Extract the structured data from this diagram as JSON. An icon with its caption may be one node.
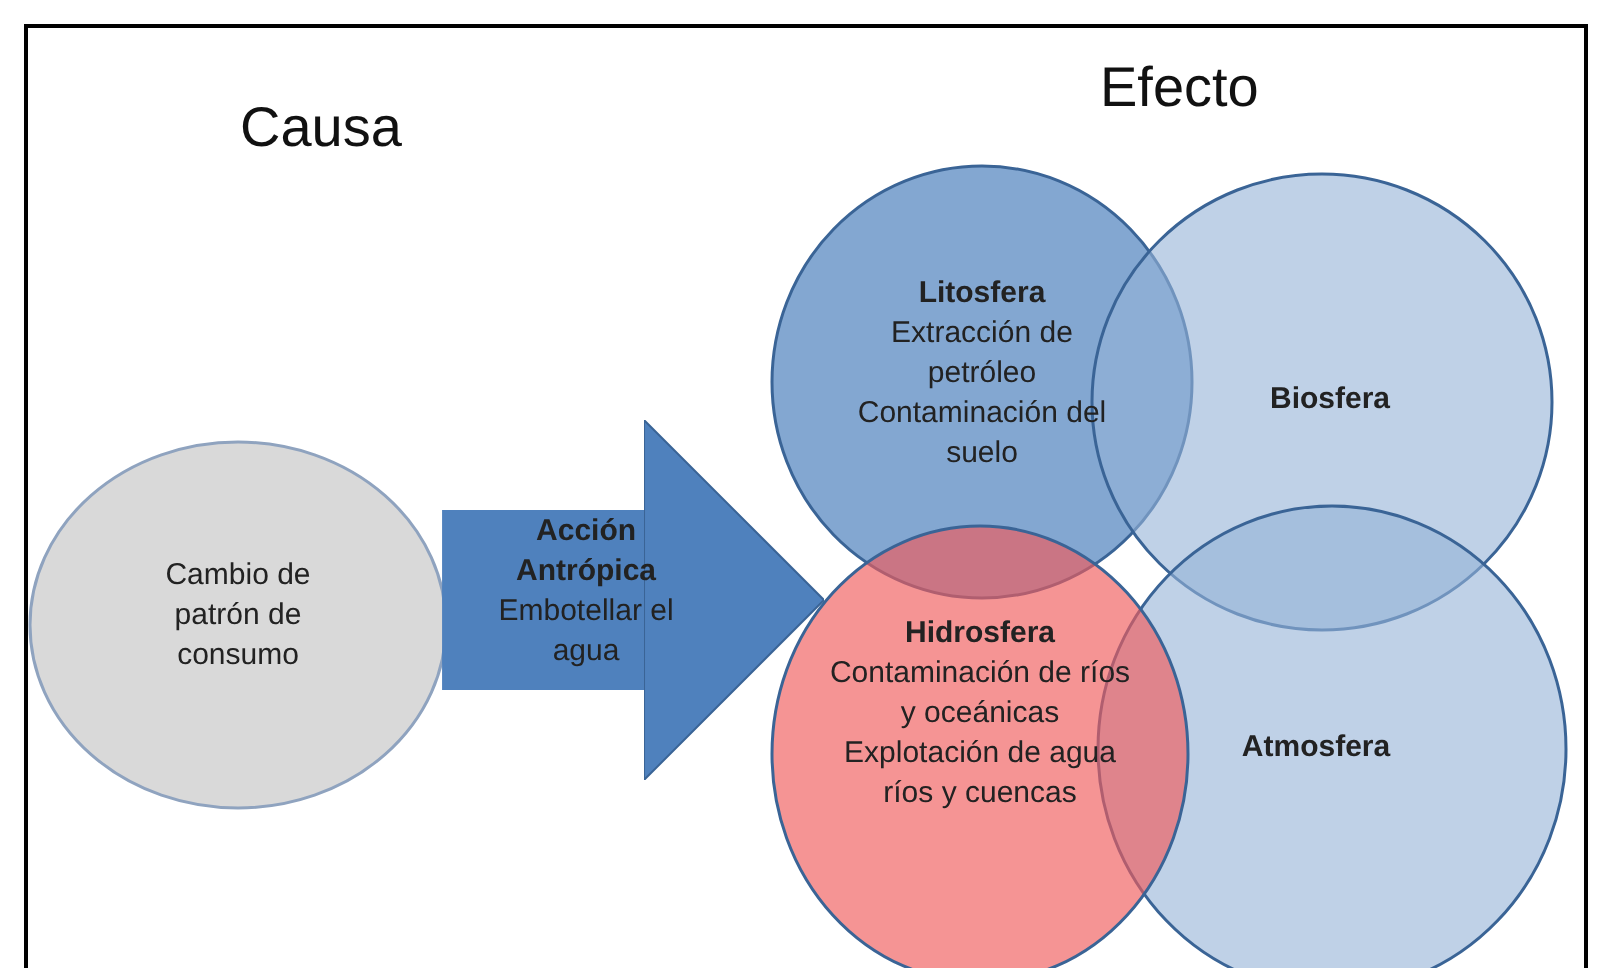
{
  "diagram": {
    "nodes": [
      {
        "text": [
          "Cambio de patrón de consumo"
        ]
      },
      {
        "text": [
          "Litosfera",
          "Extracción de petróleo",
          "Contaminación del suelo"
        ]
      },
      {
        "text": [
          "Biosfera"
        ]
      },
      {
        "text": [
          "Atmosfera"
        ]
      },
      {
        "text": [
          "Hidrosfera",
          "Contaminación  de ríos y oceánicas",
          "Explotación de agua ríos y cuencas"
        ]
      }
    ],
    "edges": [
      {
        "from": 0,
        "to": 4,
        "arrow": "to",
        "label": "**Acción Antrópica** Embotellar el agua"
      }
    ],
    "labels": [
      "Causa",
      "Efecto"
    ]
  }
}
